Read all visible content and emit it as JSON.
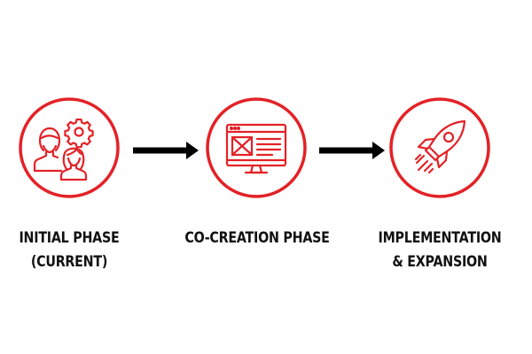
{
  "phases": [
    {
      "id": "initial",
      "label_lines": [
        "INITIAL PHASE",
        "(CURRENT)"
      ],
      "icon": "people-gear-icon"
    },
    {
      "id": "cocreation",
      "label_lines": [
        "CO-CREATION PHASE"
      ],
      "icon": "monitor-layout-icon"
    },
    {
      "id": "implementation",
      "label_lines": [
        "IMPLEMENTATION",
        "& EXPANSION"
      ],
      "icon": "rocket-icon"
    }
  ],
  "colors": {
    "accent": "#e32227",
    "arrow": "#000000",
    "text": "#111111",
    "background": "#ffffff"
  }
}
